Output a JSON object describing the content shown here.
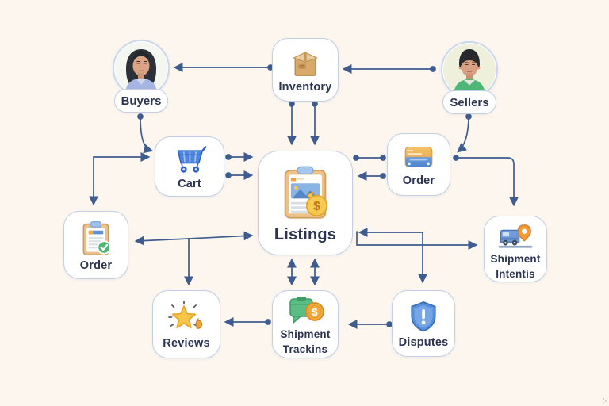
{
  "nodes": {
    "buyers": {
      "label": "Buyers"
    },
    "inventory": {
      "label": "Inventory"
    },
    "sellers": {
      "label": "Sellers"
    },
    "cart": {
      "label": "Cart"
    },
    "listings": {
      "label": "Listings"
    },
    "order_payment": {
      "label": "Order"
    },
    "order_confirmed": {
      "label": "Order"
    },
    "shipment_intents": {
      "line1": "Shipment",
      "line2": "Intentis"
    },
    "reviews": {
      "label": "Reviews"
    },
    "shipment_tracking": {
      "line1": "Shipment",
      "line2": "Trackins"
    },
    "disputes": {
      "label": "Disputes"
    }
  },
  "icons": {
    "currency_symbol": "$"
  },
  "edges": [
    {
      "from": "Inventory",
      "to": "Buyers",
      "arrows": "end"
    },
    {
      "from": "Sellers",
      "to": "Inventory",
      "arrows": "end"
    },
    {
      "from": "Buyers",
      "to": "Cart",
      "arrows": "end"
    },
    {
      "from": "Order (confirmed)",
      "to": "Cart",
      "arrows": "both",
      "shape": "corner"
    },
    {
      "from": "Cart",
      "to": "Listings",
      "arrows": "end",
      "lines": 2
    },
    {
      "from": "Inventory",
      "to": "Listings",
      "arrows": "end",
      "lines": 2
    },
    {
      "from": "Listings",
      "to": "Order (payment)",
      "arrows": "none"
    },
    {
      "from": "Order (payment)",
      "to": "Listings",
      "arrows": "end"
    },
    {
      "from": "Sellers",
      "to": "Order (payment)",
      "arrows": "end",
      "shape": "curve"
    },
    {
      "from": "Order (payment)",
      "to": "Shipment Intents",
      "arrows": "end",
      "shape": "corner"
    },
    {
      "from": "Order (confirmed)",
      "to": "Listings",
      "arrows": "both",
      "branch_to": "Reviews"
    },
    {
      "from": "Listings",
      "to": "Shipment Tracking",
      "arrows": "both",
      "lines": 2
    },
    {
      "from": "Shipment Intents",
      "to": "Listings",
      "arrows": "end"
    },
    {
      "from": "Listings",
      "to": "Shipment Intents",
      "arrows": "end"
    },
    {
      "from": "Listings",
      "to": "Disputes",
      "arrows": "end"
    },
    {
      "from": "Disputes",
      "to": "Shipment Tracking",
      "arrows": "end"
    },
    {
      "from": "Shipment Tracking",
      "to": "Reviews",
      "arrows": "end"
    }
  ],
  "colors": {
    "background": "#FCF6EF",
    "edge": "#3E5C8E",
    "node_border": "#C3CFE2",
    "node_fill": "#FFFFFF",
    "label": "#2B3450"
  }
}
